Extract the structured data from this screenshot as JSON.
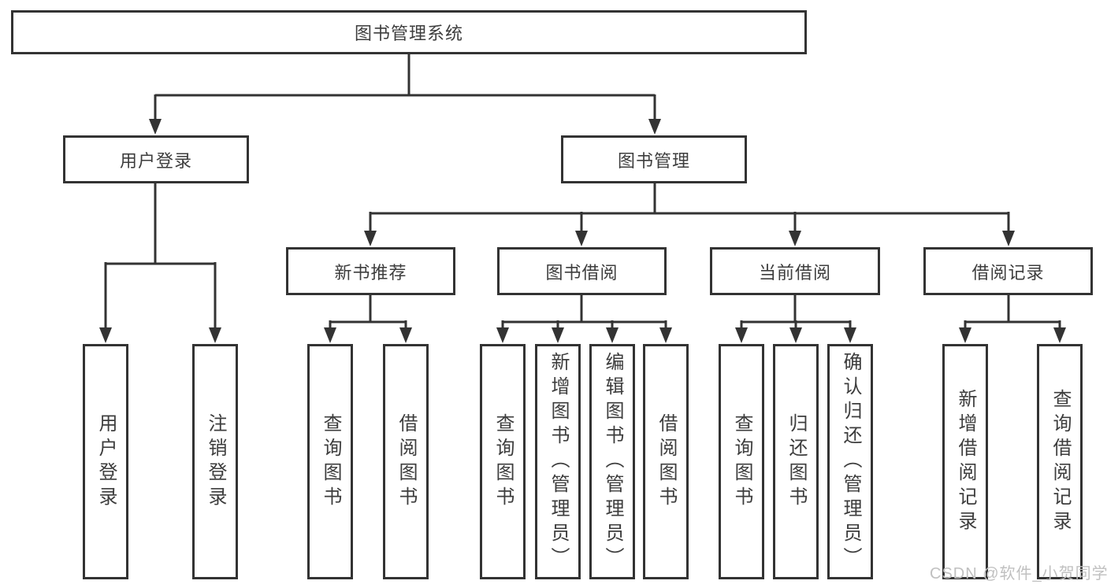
{
  "diagram": {
    "root": {
      "label": "图书管理系统"
    },
    "branches": [
      {
        "label": "用户登录",
        "children": [
          {
            "label": "用户登录"
          },
          {
            "label": "注销登录"
          }
        ]
      },
      {
        "label": "图书管理",
        "groups": [
          {
            "label": "新书推荐",
            "children": [
              {
                "label": "查询图书"
              },
              {
                "label": "借阅图书"
              }
            ]
          },
          {
            "label": "图书借阅",
            "children": [
              {
                "label": "查询图书"
              },
              {
                "label": "新增图书（管理员）"
              },
              {
                "label": "编辑图书（管理员）"
              },
              {
                "label": "借阅图书"
              }
            ]
          },
          {
            "label": "当前借阅",
            "children": [
              {
                "label": "查询图书"
              },
              {
                "label": "归还图书"
              },
              {
                "label": "确认归还（管理员）"
              }
            ]
          },
          {
            "label": "借阅记录",
            "children": [
              {
                "label": "新增借阅记录"
              },
              {
                "label": "查询借阅记录"
              }
            ]
          }
        ]
      }
    ]
  },
  "watermark": {
    "text": "CSDN @软件_小贺同学"
  },
  "colors": {
    "line": "#333333",
    "text": "#3d3d3d",
    "background": "#ffffff",
    "watermark": "#c0c0c0"
  }
}
